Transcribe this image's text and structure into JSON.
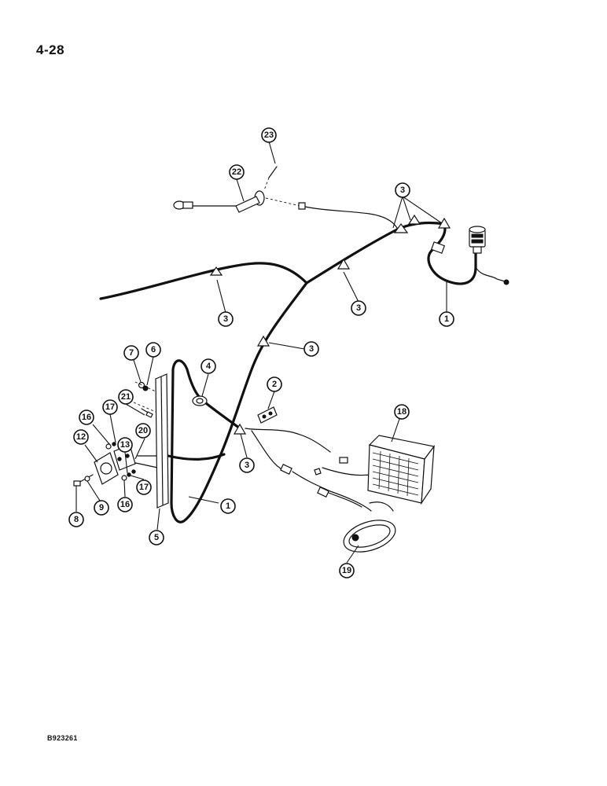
{
  "page": {
    "page_number": "4-28",
    "drawing_code": "B923261"
  },
  "callouts": [
    {
      "id": "c23",
      "label": "23"
    },
    {
      "id": "c22",
      "label": "22"
    },
    {
      "id": "c3a",
      "label": "3"
    },
    {
      "id": "c3b",
      "label": "3"
    },
    {
      "id": "c3c",
      "label": "3"
    },
    {
      "id": "c1a",
      "label": "1"
    },
    {
      "id": "c3d",
      "label": "3"
    },
    {
      "id": "c7",
      "label": "7"
    },
    {
      "id": "c6",
      "label": "6"
    },
    {
      "id": "c4",
      "label": "4"
    },
    {
      "id": "c2",
      "label": "2"
    },
    {
      "id": "c21",
      "label": "21"
    },
    {
      "id": "c16a",
      "label": "16"
    },
    {
      "id": "c17a",
      "label": "17"
    },
    {
      "id": "c18",
      "label": "18"
    },
    {
      "id": "c20",
      "label": "20"
    },
    {
      "id": "c12",
      "label": "12"
    },
    {
      "id": "c13",
      "label": "13"
    },
    {
      "id": "c3e",
      "label": "3"
    },
    {
      "id": "c17b",
      "label": "17"
    },
    {
      "id": "c1b",
      "label": "1"
    },
    {
      "id": "c16b",
      "label": "16"
    },
    {
      "id": "c9",
      "label": "9"
    },
    {
      "id": "c8",
      "label": "8"
    },
    {
      "id": "c5",
      "label": "5"
    },
    {
      "id": "c19",
      "label": "19"
    }
  ]
}
